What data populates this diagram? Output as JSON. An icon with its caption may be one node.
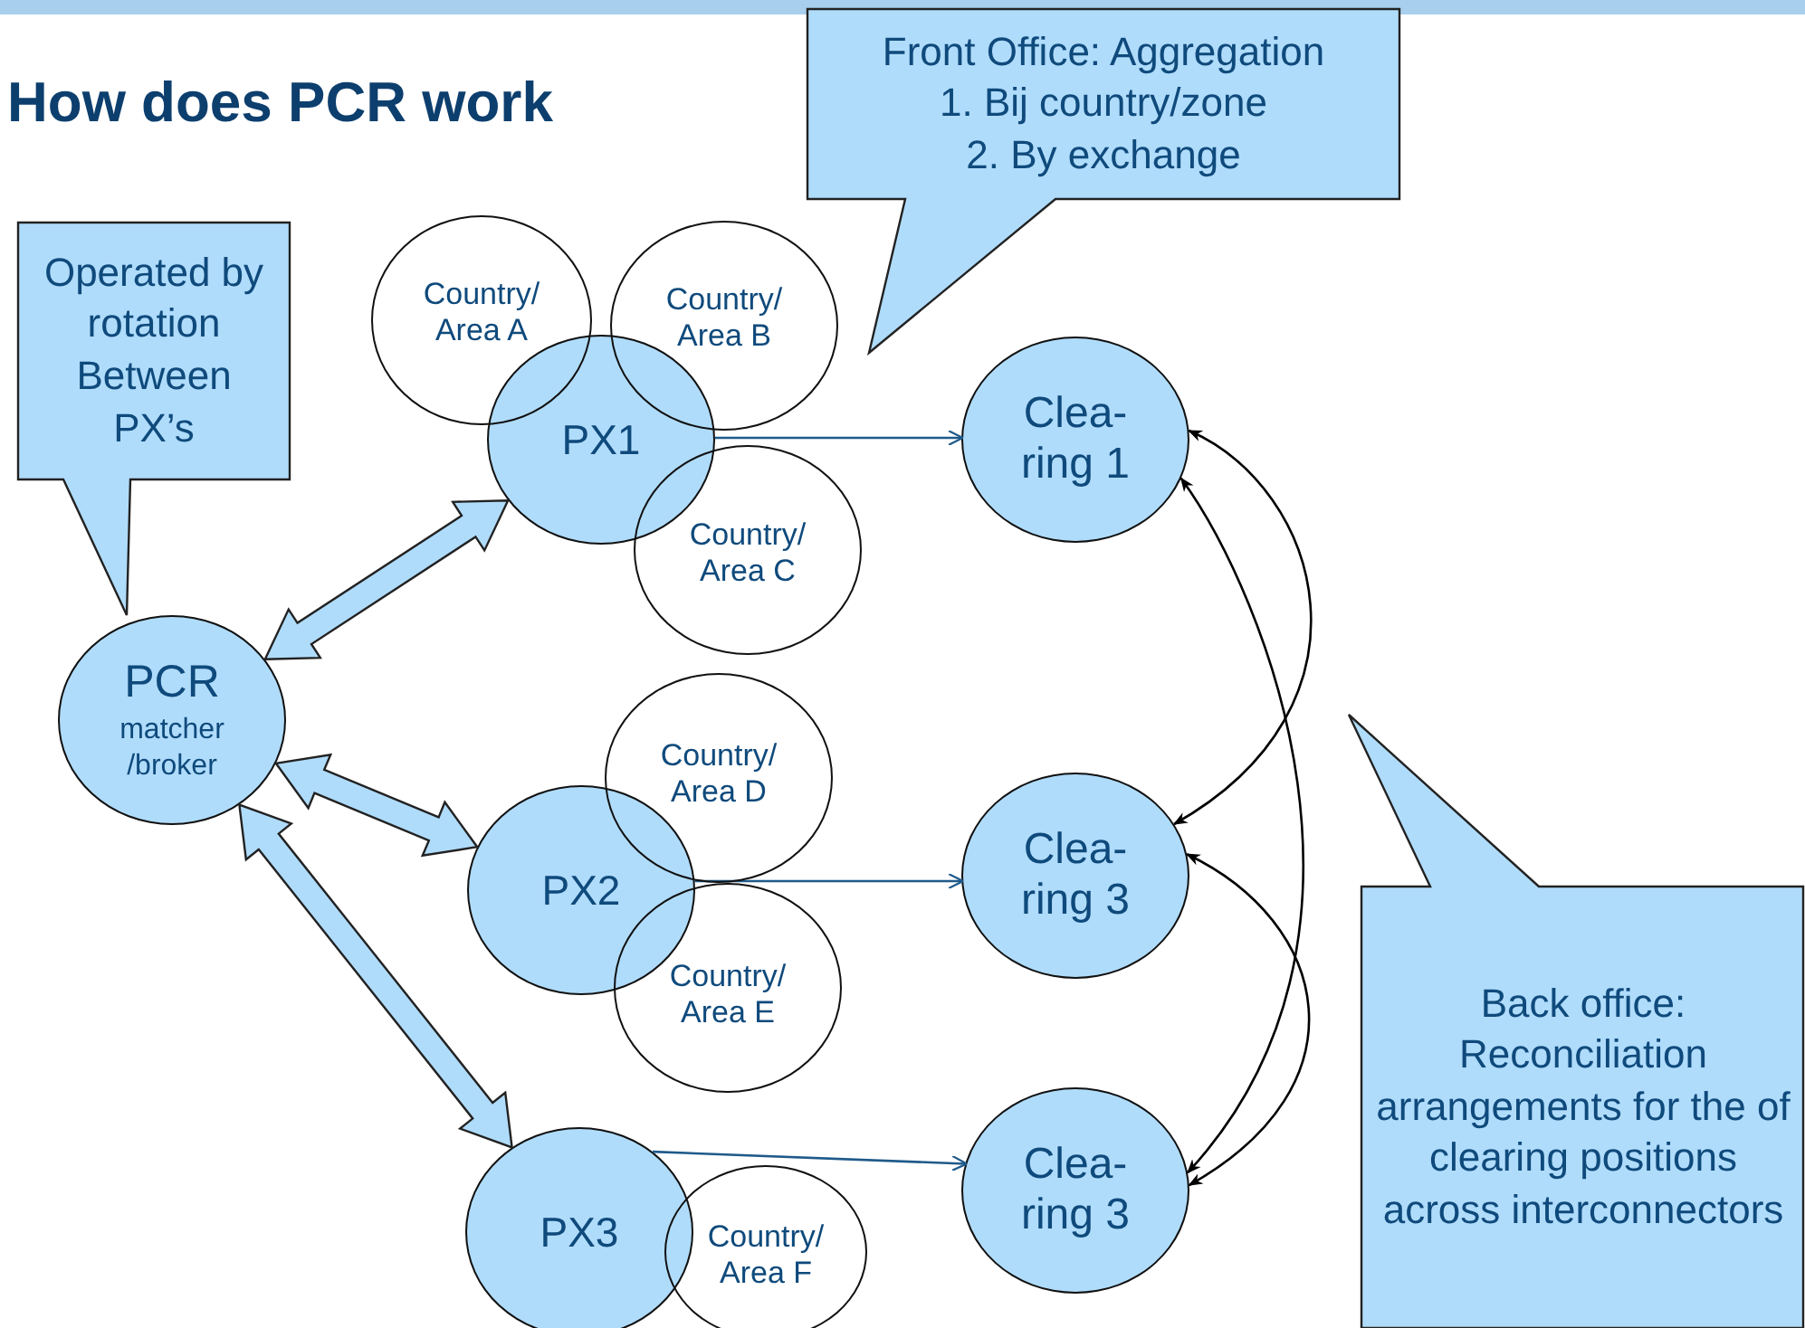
{
  "diagram": {
    "title": "How does PCR work",
    "nodes": [
      {
        "text": [
          "Operated by rotation Between PX’s"
        ]
      },
      {
        "text": [
          "PCR",
          "matcher /broker"
        ]
      },
      {
        "text": [
          "Country/ Area A"
        ]
      },
      {
        "text": [
          "Country/ Area B"
        ]
      },
      {
        "text": [
          "PX1"
        ]
      },
      {
        "text": [
          "Country/ Area C"
        ]
      },
      {
        "text": [
          "Front Office: Aggregation",
          "1. Bij country/zone",
          "2. By exchange"
        ]
      },
      {
        "text": [
          "Clea- ring 1"
        ]
      },
      {
        "text": [
          "Country/ Area D"
        ]
      },
      {
        "text": [
          "PX2"
        ]
      },
      {
        "text": [
          "Country/ Area E"
        ]
      },
      {
        "text": [
          "Clea- ring 3"
        ]
      },
      {
        "text": [
          "PX3"
        ]
      },
      {
        "text": [
          "Country/ Area F"
        ]
      },
      {
        "text": [
          "Clea- ring 3"
        ]
      },
      {
        "text": [
          "Back office: Reconciliation arrangements for the of clearing positions across interconnectors"
        ]
      }
    ],
    "edges": [
      {
        "from": 1,
        "to": 4,
        "arrow": "both",
        "style": "thick"
      },
      {
        "from": 1,
        "to": 9,
        "arrow": "both",
        "style": "thick"
      },
      {
        "from": 1,
        "to": 12,
        "arrow": "both",
        "style": "thick"
      },
      {
        "from": 4,
        "to": 7,
        "arrow": "to",
        "color": "#1f5a8a"
      },
      {
        "from": 9,
        "to": 11,
        "arrow": "to",
        "color": "#1f5a8a"
      },
      {
        "from": 12,
        "to": 14,
        "arrow": "to",
        "color": "#1f5a8a"
      },
      {
        "from": 7,
        "to": 11,
        "arrow": "both",
        "color": "#000000"
      },
      {
        "from": 7,
        "to": 14,
        "arrow": "both",
        "color": "#000000"
      },
      {
        "from": 11,
        "to": 14,
        "arrow": "both",
        "color": "#000000"
      }
    ]
  }
}
